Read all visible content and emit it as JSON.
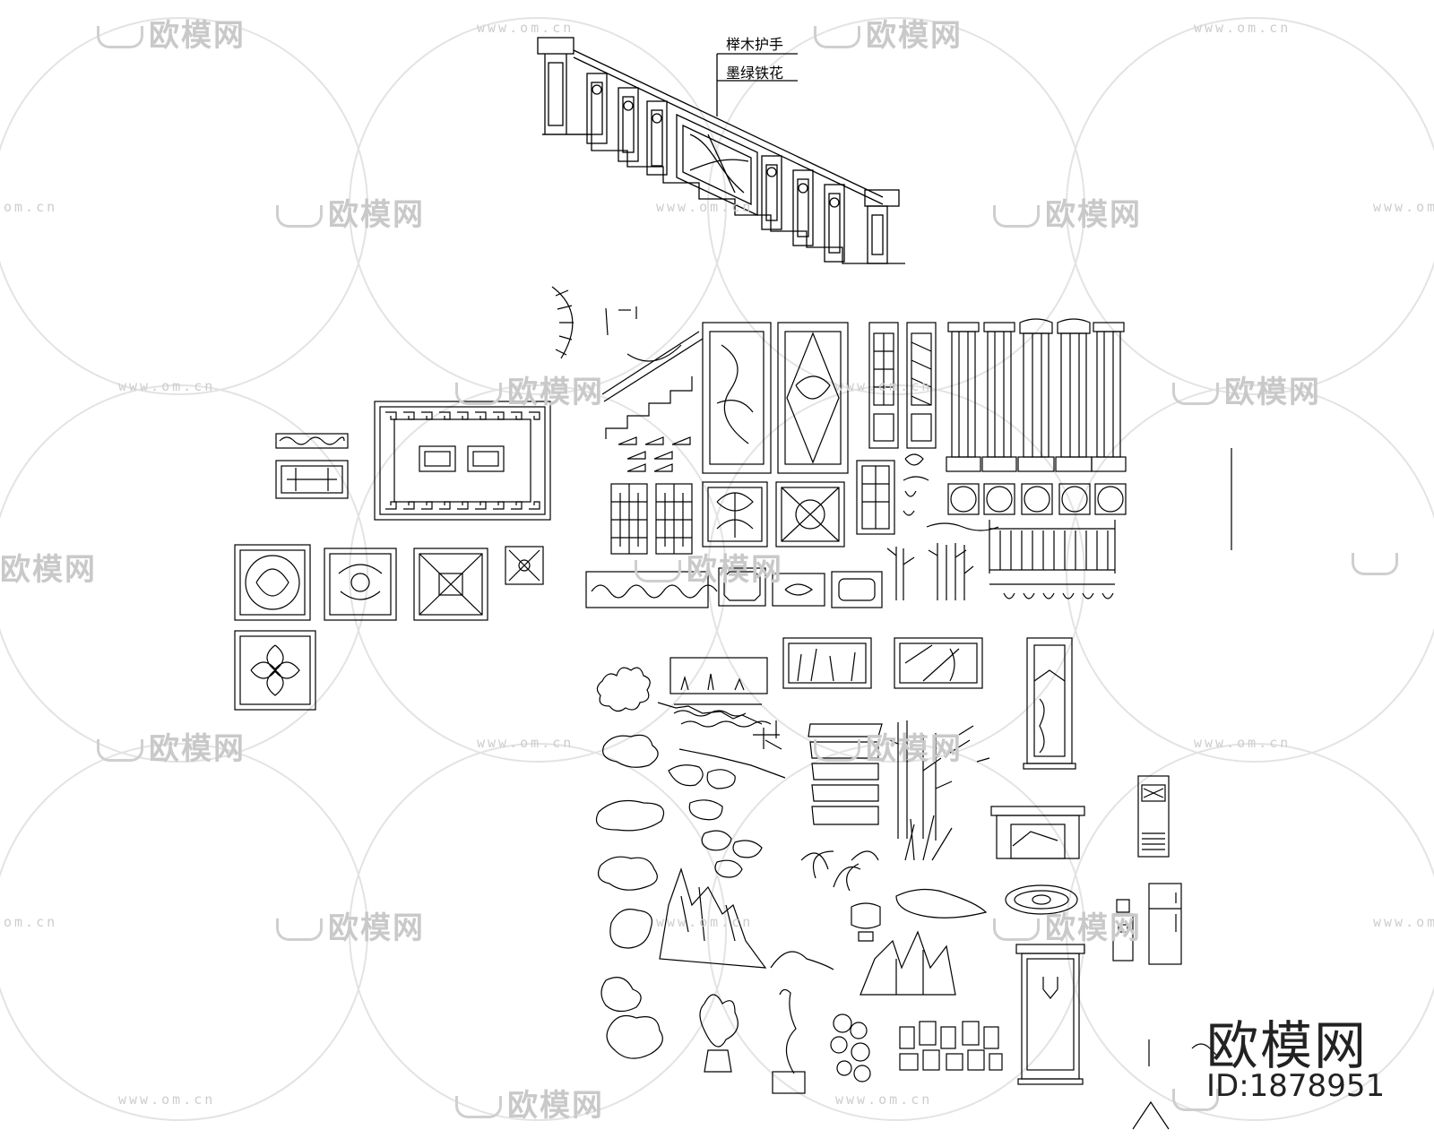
{
  "drawing": {
    "label_handrail": "榉木护手",
    "label_iron": "墨绿铁花"
  },
  "watermark": {
    "logo_text": "欧模网",
    "url_text": "www.om.cn",
    "url_short": "om.cn"
  },
  "branding": {
    "brand": "欧模网",
    "asset_id": "ID:1878951"
  },
  "colors": {
    "line": "#000000",
    "watermark": "#c9c9c9",
    "background": "#ffffff"
  }
}
